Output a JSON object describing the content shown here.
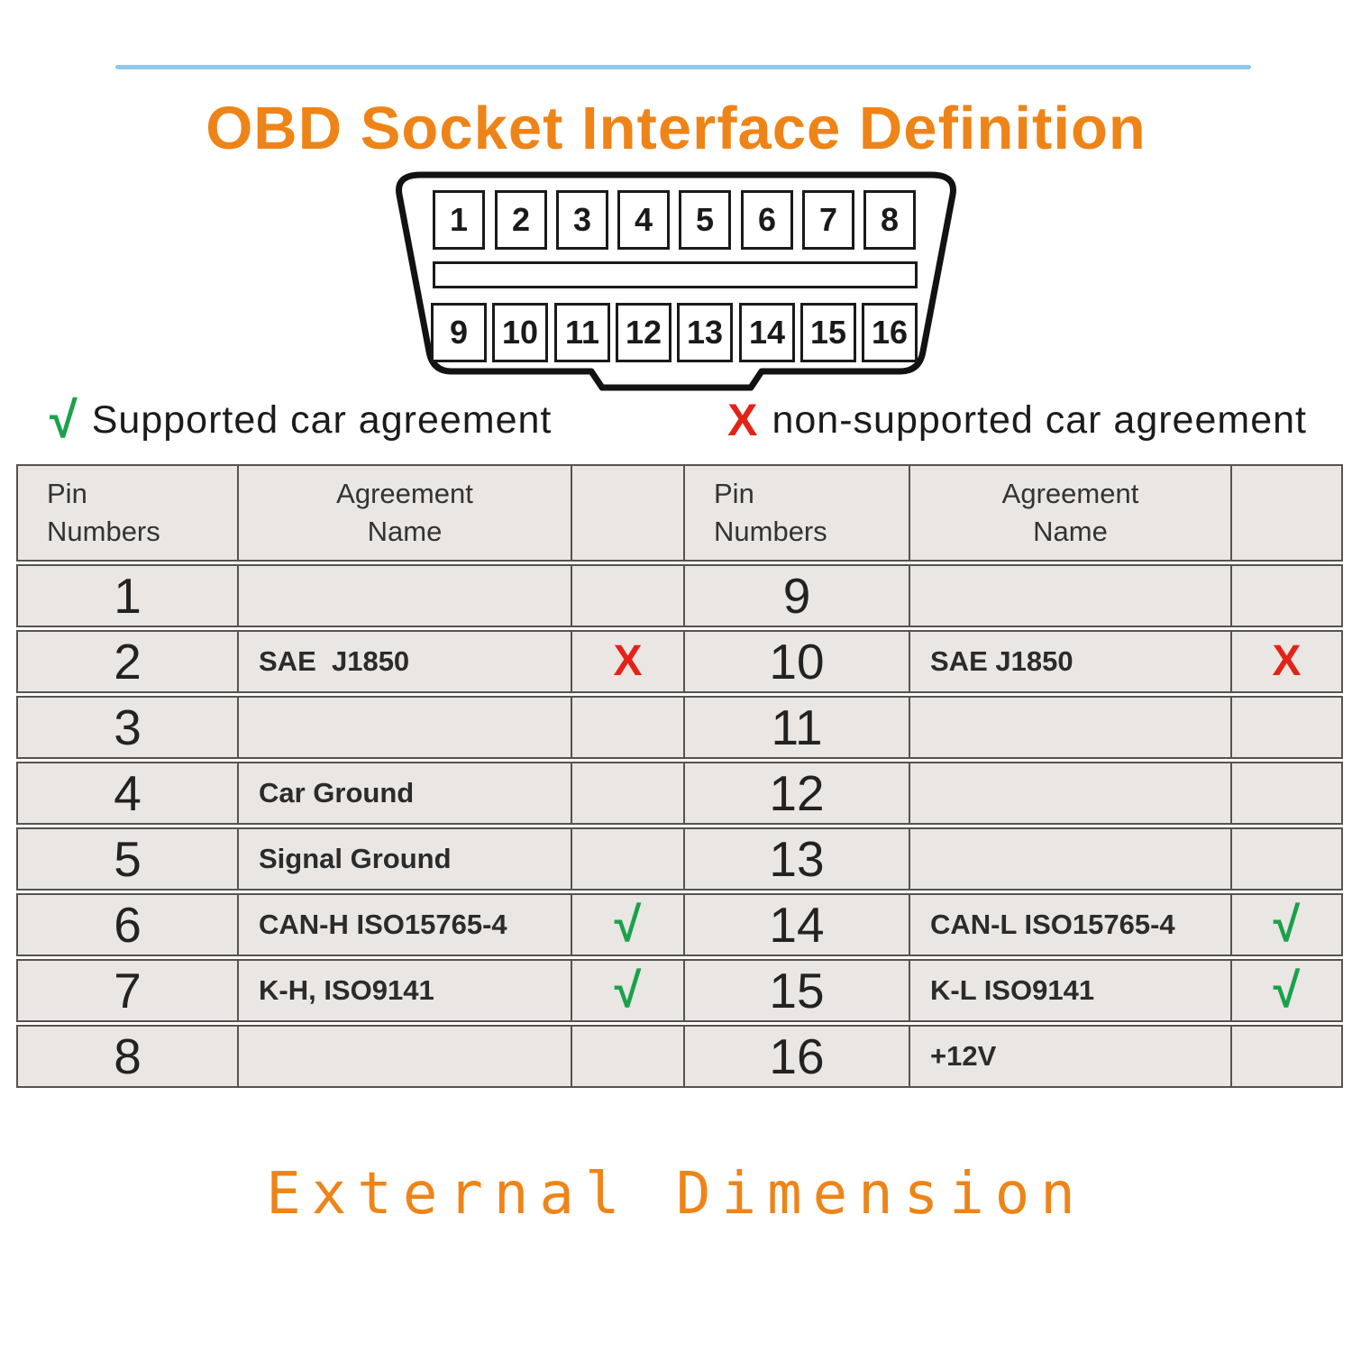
{
  "page": {
    "title": "OBD Socket Interface Definition",
    "footer": "External Dimension"
  },
  "connector": {
    "pins_top": [
      "1",
      "2",
      "3",
      "4",
      "5",
      "6",
      "7",
      "8"
    ],
    "pins_bottom": [
      "9",
      "10",
      "11",
      "12",
      "13",
      "14",
      "15",
      "16"
    ]
  },
  "legend": {
    "check_glyph": "√",
    "supported_label": "Supported car agreement",
    "cross_glyph": "X",
    "unsupported_label": "non-supported car agreement"
  },
  "table": {
    "header": {
      "pin_line1": "Pin",
      "pin_line2": "Numbers",
      "agreement_line1": "Agreement",
      "agreement_line2": "Name"
    },
    "left_rows": [
      {
        "pin": "1",
        "name": "",
        "status": ""
      },
      {
        "pin": "2",
        "name": "SAE  J1850",
        "status": "X"
      },
      {
        "pin": "3",
        "name": "",
        "status": ""
      },
      {
        "pin": "4",
        "name": "Car Ground",
        "status": ""
      },
      {
        "pin": "5",
        "name": "Signal Ground",
        "status": ""
      },
      {
        "pin": "6",
        "name": "CAN-H ISO15765-4",
        "status": "√"
      },
      {
        "pin": "7",
        "name": "K-H, ISO9141",
        "status": "√"
      },
      {
        "pin": "8",
        "name": "",
        "status": ""
      }
    ],
    "right_rows": [
      {
        "pin": "9",
        "name": "",
        "status": ""
      },
      {
        "pin": "10",
        "name": "SAE J1850",
        "status": "X"
      },
      {
        "pin": "11",
        "name": "",
        "status": ""
      },
      {
        "pin": "12",
        "name": "",
        "status": ""
      },
      {
        "pin": "13",
        "name": "",
        "status": ""
      },
      {
        "pin": "14",
        "name": "CAN-L ISO15765-4",
        "status": "√"
      },
      {
        "pin": "15",
        "name": "K-L ISO9141",
        "status": "√"
      },
      {
        "pin": "16",
        "name": "+12V",
        "status": ""
      }
    ]
  },
  "colors": {
    "accent_orange": "#ee8418",
    "divider_blue": "#8ec9ea",
    "check_green": "#19a24a",
    "cross_red": "#e42318",
    "table_cell_bg": "#e9e6e3",
    "table_border": "#57534d"
  }
}
